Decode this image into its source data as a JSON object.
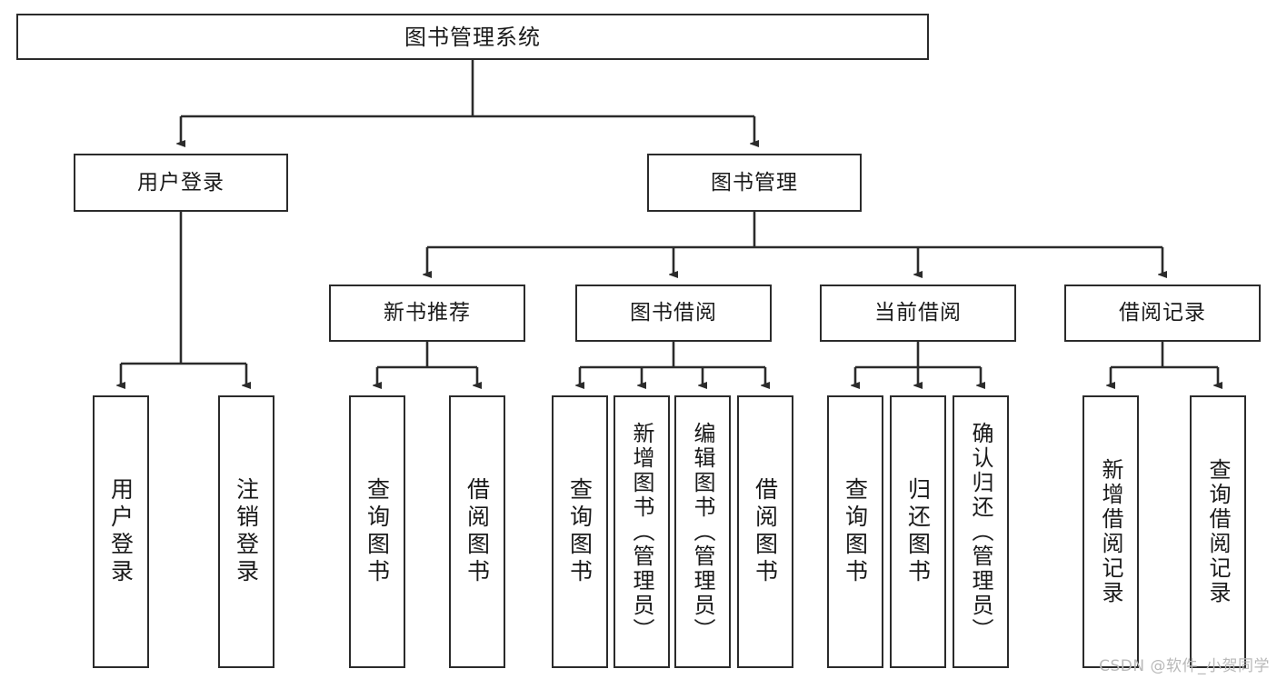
{
  "diagram": {
    "title": "图书管理系统",
    "type": "tree",
    "colors": {
      "box_border": "#2b2b2b",
      "box_fill": "#ffffff",
      "edge": "#2b2b2b",
      "text": "#1a1a1a",
      "watermark": "#b9b9b9"
    },
    "nodes": {
      "root": {
        "label": "图书管理系统"
      },
      "level2": [
        {
          "label": "用户登录"
        },
        {
          "label": "图书管理"
        }
      ],
      "level3": [
        {
          "label": "新书推荐"
        },
        {
          "label": "图书借阅"
        },
        {
          "label": "当前借阅"
        },
        {
          "label": "借阅记录"
        }
      ],
      "leaves": {
        "user_login": [
          {
            "label": "用户登录"
          },
          {
            "label": "注销登录"
          }
        ],
        "new_book_recommend": [
          {
            "label": "查询图书"
          },
          {
            "label": "借阅图书"
          }
        ],
        "book_borrow": [
          {
            "label": "查询图书"
          },
          {
            "label": "新增图书（管理员）"
          },
          {
            "label": "编辑图书（管理员）"
          },
          {
            "label": "借阅图书"
          }
        ],
        "current_borrow": [
          {
            "label": "查询图书"
          },
          {
            "label": "归还图书"
          },
          {
            "label": "确认归还（管理员）"
          }
        ],
        "borrow_record": [
          {
            "label": "新增借阅记录"
          },
          {
            "label": "查询借阅记录"
          }
        ]
      }
    },
    "watermark": "CSDN @软件_小贺同学"
  }
}
